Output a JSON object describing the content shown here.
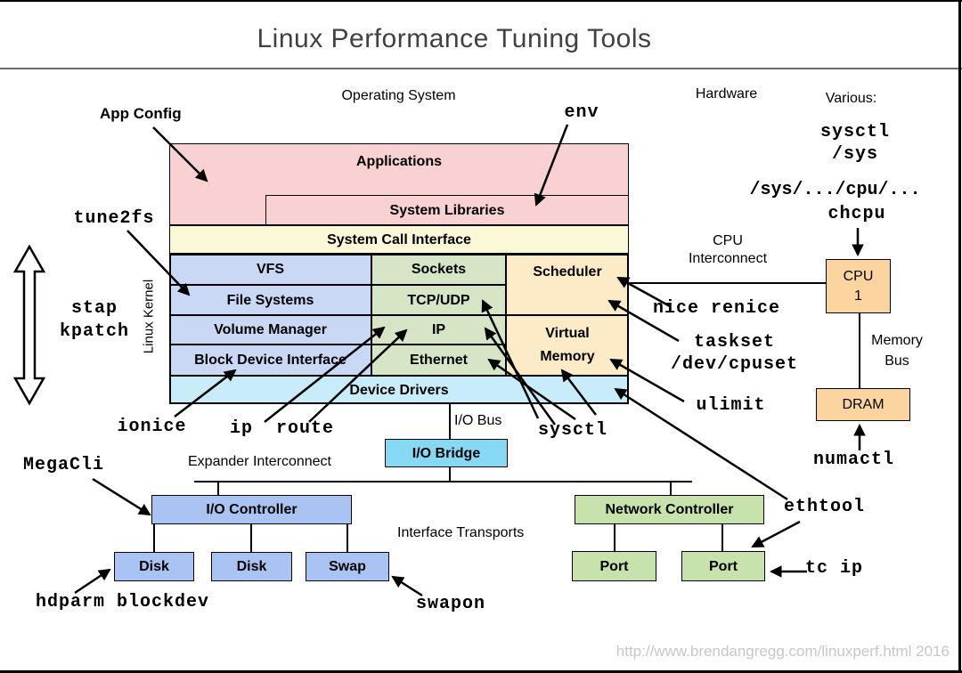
{
  "header": {
    "title": "Linux Performance Tuning Tools",
    "watermark": "http://www.brendangregg.com/linuxperf.html 2016"
  },
  "labels": {
    "operating_system": "Operating System",
    "hardware": "Hardware",
    "various": "Various:",
    "cpu_interconnect": [
      "CPU",
      "Interconnect"
    ],
    "memory_bus": [
      "Memory",
      "Bus"
    ],
    "io_bus": "I/O Bus",
    "expander_interconnect": "Expander Interconnect",
    "interface_transports": "Interface Transports",
    "linux_kernel": "Linux Kernel"
  },
  "stack": {
    "applications": "Applications",
    "system_libraries": "System Libraries",
    "system_call_interface": "System Call Interface",
    "fs_column": [
      "VFS",
      "File Systems",
      "Volume Manager",
      "Block Device Interface"
    ],
    "net_column": [
      "Sockets",
      "TCP/UDP",
      "IP",
      "Ethernet"
    ],
    "scheduler": "Scheduler",
    "virtual_memory": [
      "Virtual",
      "Memory"
    ],
    "device_drivers": "Device Drivers"
  },
  "hw": {
    "cpu": [
      "CPU",
      "1"
    ],
    "dram": "DRAM",
    "io_bridge": "I/O Bridge",
    "io_controller": "I/O Controller",
    "disks": [
      "Disk",
      "Disk",
      "Swap"
    ],
    "network_controller": "Network Controller",
    "ports": [
      "Port",
      "Port"
    ]
  },
  "tools": {
    "app_config": "App Config",
    "env": "env",
    "tune2fs": "tune2fs",
    "stap_kpatch": [
      "stap",
      "kpatch"
    ],
    "ionice": "ionice",
    "ip_route": "ip  route",
    "sysctl": "sysctl",
    "nice_renice": "nice renice",
    "taskset_cpuset": [
      "taskset",
      "/dev/cpuset"
    ],
    "ulimit": "ulimit",
    "ethtool": "ethtool",
    "tc_ip": "tc ip",
    "megacli": "MegaCli",
    "hdparm_blockdev": "hdparm blockdev",
    "swapon": "swapon",
    "numactl": "numactl",
    "chcpu": "chcpu",
    "sysctl_sys": [
      "sysctl",
      "/sys"
    ],
    "sys_cpu_path": "/sys/.../cpu/..."
  },
  "colors": {
    "pink": "#f9d1d3",
    "yellow": "#fbf8d7",
    "blue": "#c9d8f4",
    "green": "#d6e5c6",
    "orange": "#fdeac6",
    "cyan": "#c9ecfa",
    "bridge": "#87d8f2",
    "ctrl": "#a9c4f2",
    "hwgreen": "#c8e2ac",
    "hworange": "#fcd4a0",
    "line": "#000000",
    "title": "#414141",
    "watermark": "#c6c6c6",
    "divider": "#6a6a6a"
  }
}
